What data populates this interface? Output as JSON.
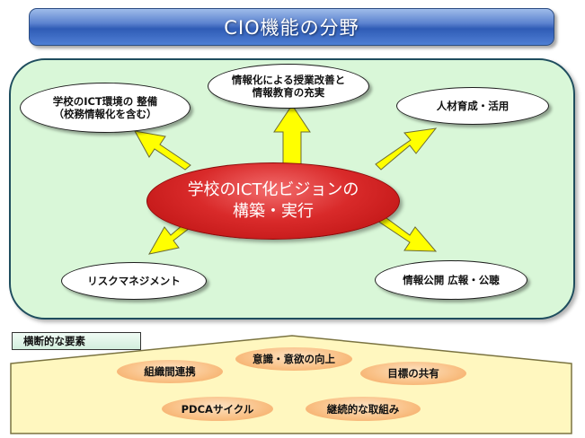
{
  "title": "CIO機能の分野",
  "center": {
    "line1": "学校のICT化ビジョンの",
    "line2": "構築・実行"
  },
  "nodes": {
    "school_ict": {
      "line1": "学校のICT環境の 整備",
      "line2": "（校務情報化を含む）"
    },
    "lesson": {
      "line1": "情報化による授業改善と",
      "line2": "情報教育の充実"
    },
    "hr": {
      "label": "人材育成・活用"
    },
    "risk": {
      "label": "リスクマネジメント"
    },
    "publicity": {
      "label": "情報公開 広報・公聴"
    }
  },
  "cross_label": "横断的な要素",
  "cross_elements": {
    "organization": "組織間連携",
    "awareness": "意識・意欲の向上",
    "goals": "目標の共有",
    "pdca": "PDCAサイクル",
    "initiative": "継続的な取組み"
  },
  "colors": {
    "title_bar": "#3b67c2",
    "panel_bg": "#d9f7d8",
    "center_fill": "#d92a2a",
    "arrow_fill": "#ffff00",
    "base_bg": "#fff7bf",
    "pill_fill": "#f9bf83"
  }
}
